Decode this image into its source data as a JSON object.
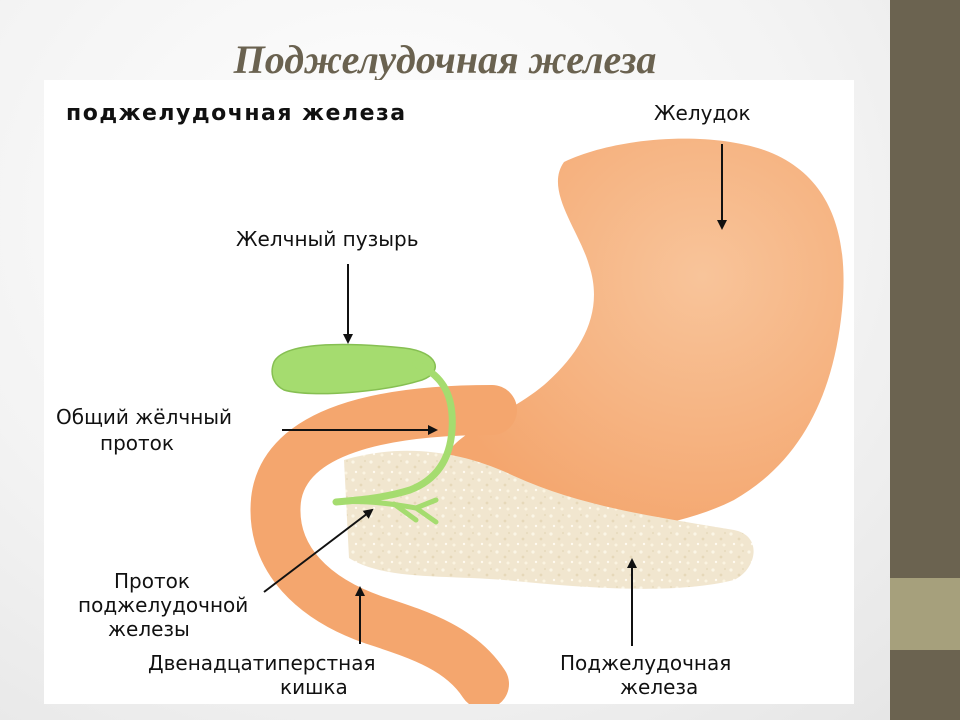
{
  "slide": {
    "title": "Поджелудочная железа"
  },
  "figure": {
    "heading": "поджелудочная железа",
    "labels": {
      "stomach": "Желудок",
      "gallbladder": "Желчный пузырь",
      "common_bile_duct_line1": "Общий жёлчный",
      "common_bile_duct_line2": "проток",
      "pancreatic_duct_line1": "Проток",
      "pancreatic_duct_line2": "поджелудочной",
      "pancreatic_duct_line3": "железы",
      "duodenum_line1": "Двенадцатиперстная",
      "duodenum_line2": "кишка",
      "pancreas_line1": "Поджелудочная",
      "pancreas_line2": "железа"
    }
  },
  "colors": {
    "stomach": "#f4a66e",
    "stomach_highlight": "#f8c49a",
    "pancreas": "#f1e6cf",
    "gallbladder": "#a5dc6f",
    "sidebar": "#6b6350",
    "sidebar_accent": "#a6a07c",
    "title": "#6a6250"
  }
}
